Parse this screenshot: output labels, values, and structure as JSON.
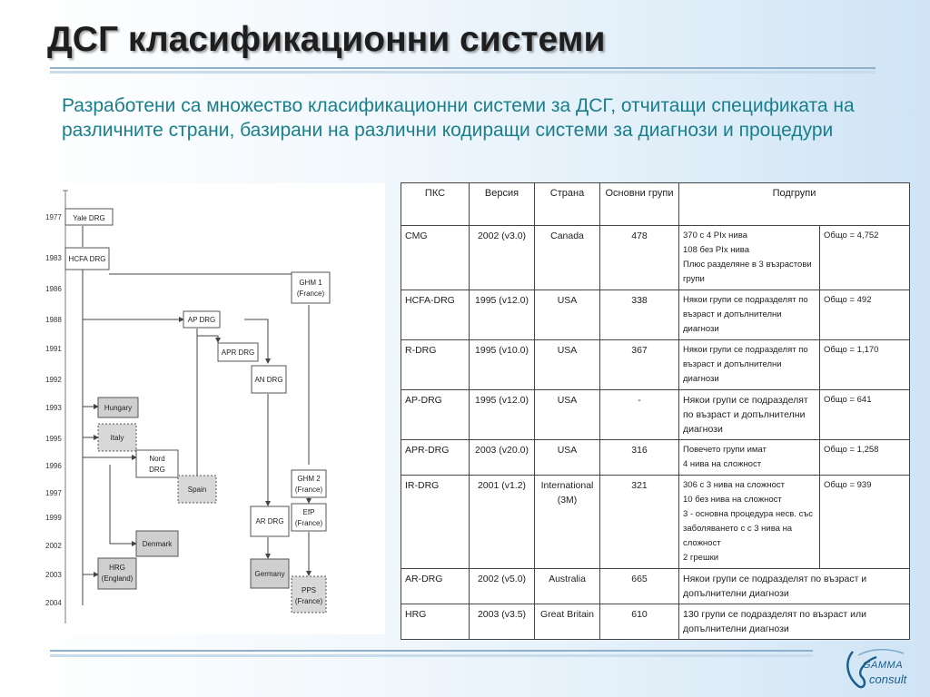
{
  "slide": {
    "title": "ДСГ класификационни системи",
    "intro": "Разработени са множество класификационни системи за ДСГ, отчитащи спецификата на различните страни, базирани на различни кодиращи системи за диагнози и процедури"
  },
  "diagram": {
    "years": [
      "1977",
      "1983",
      "1986",
      "1988",
      "1991",
      "1992",
      "1993",
      "1995",
      "1996",
      "1997",
      "1999",
      "2002",
      "2003",
      "2004"
    ],
    "nodes": {
      "yale": "Yale DRG",
      "hcfa": "HCFA DRG",
      "ghm1_a": "GHM 1",
      "ghm1_b": "(France)",
      "ap": "AP DRG",
      "apr": "APR DRG",
      "an": "AN DRG",
      "hungary": "Hungary",
      "italy": "Italy",
      "nord_a": "Nord",
      "nord_b": "DRG",
      "spain": "Spain",
      "ghm2_a": "GHM 2",
      "ghm2_b": "(France)",
      "ar": "AR DRG",
      "efp_a": "EfP",
      "efp_b": "(France)",
      "denmark": "Denmark",
      "hrg_a": "HRG",
      "hrg_b": "(England)",
      "germany": "Germany",
      "pps_a": "PPS",
      "pps_b": "(France)"
    }
  },
  "table": {
    "headers": {
      "pks": "ПКС",
      "version": "Версия",
      "country": "Страна",
      "base": "Основни групи",
      "sub": "Подгрупи"
    },
    "rows": [
      {
        "name": "CMG",
        "version": "2002 (v3.0)",
        "country": "Canada",
        "base": "478",
        "sub": "370 с 4 PIx нива\n108 без PIx нива\nПлюс разделяне в 3 възрастови групи",
        "total": "Общо = 4,752"
      },
      {
        "name": "HCFA-DRG",
        "version": "1995 (v12.0)",
        "country": "USA",
        "base": "338",
        "sub": "Някои групи се подразделят по възраст и допълнителни диагнози",
        "total": "Общо = 492"
      },
      {
        "name": "R-DRG",
        "version": "1995 (v10.0)",
        "country": "USA",
        "base": "367",
        "sub": "Някои групи се подразделят по възраст и допълнителни диагнози",
        "total": "Общо = 1,170"
      },
      {
        "name": "AP-DRG",
        "version": "1995 (v12.0)",
        "country": "USA",
        "base": "-",
        "sub": "Някои групи се подразделят по възраст и допълнителни диагнози",
        "total": "Общо = 641"
      },
      {
        "name": "APR-DRG",
        "version": "2003 (v20.0)",
        "country": "USA",
        "base": "316",
        "sub": "Повечето групи имат\n4 нива на сложност",
        "total": "Общо = 1,258"
      },
      {
        "name": "IR-DRG",
        "version": "2001 (v1.2)",
        "country": "International (3M)",
        "base": "321",
        "sub": "306 с 3 нива на сложност\n10 без нива на сложност\n3 - основна процедура несв. със заболяването с с 3 нива на сложност\n2 грешки",
        "total": "Общо = 939"
      },
      {
        "name": "AR-DRG",
        "version": "2002 (v5.0)",
        "country": "Australia",
        "base": "665",
        "sub": "Някои групи се подразделят по възраст и допълнителни диагнози",
        "total": ""
      },
      {
        "name": "HRG",
        "version": "2003 (v3.5)",
        "country": "Great Britain",
        "base": "610",
        "sub": "130 групи се подразделят по възраст или допълнителни диагнози",
        "total": ""
      }
    ]
  },
  "logo": {
    "line1": "GAMMA",
    "line2": "consult"
  },
  "colors": {
    "intro_text": "#1a7f8c",
    "rule": "#8fb0c8",
    "logo": "#1d5e8a"
  }
}
